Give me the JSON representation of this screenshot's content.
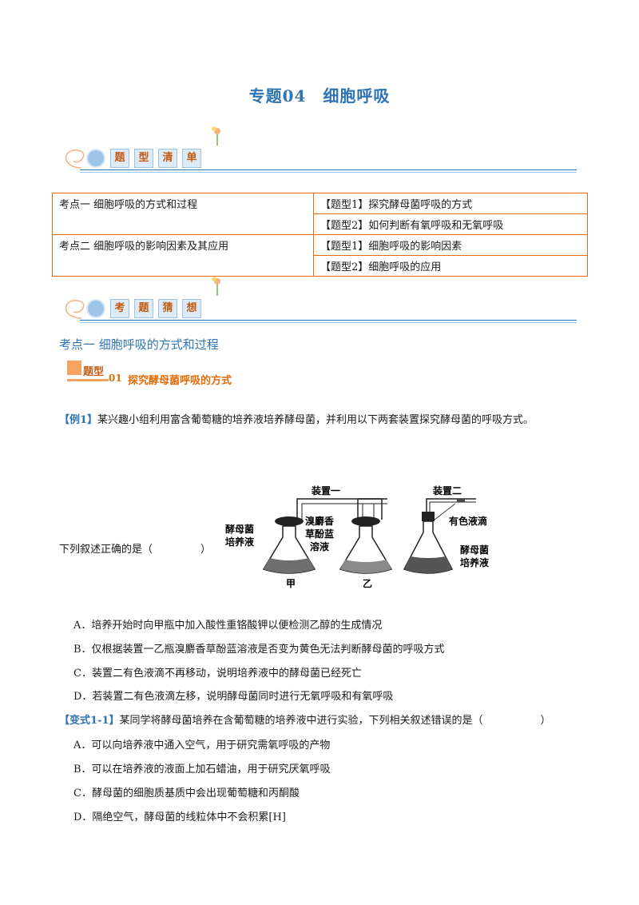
{
  "title": "专题04　细胞呼吸",
  "banner1": {
    "chars": [
      "题",
      "型",
      "清",
      "单"
    ]
  },
  "banner2": {
    "chars": [
      "考",
      "题",
      "猜",
      "想"
    ]
  },
  "table": {
    "rows": [
      {
        "left": "考点一  细胞呼吸的方式和过程",
        "right": "【题型1】探究酵母菌呼吸的方式"
      },
      {
        "left": "",
        "right": "【题型2】如何判断有氧呼吸和无氧呼吸"
      },
      {
        "left": "考点二  细胞呼吸的影响因素及其应用",
        "right": "【题型1】细胞呼吸的影响因素"
      },
      {
        "left": "",
        "right": "【题型2】细胞呼吸的应用"
      }
    ]
  },
  "section": {
    "title": "考点一  细胞呼吸的方式和过程",
    "tixing_label": "题型",
    "tixing_num": "01",
    "tixing_name": "探究酵母菌呼吸的方式"
  },
  "example1": {
    "tag": "【例1】",
    "text": "某兴趣小组利用富含葡萄糖的培养液培养酵母菌，并利用以下两套装置探究酵母菌的呼吸方式。",
    "question": "下列叙述正确的是（",
    "close": "）",
    "options": [
      "A．培养开始时向甲瓶中加入酸性重铬酸钾以便检测乙醇的生成情况",
      "B．仅根据装置一乙瓶溴麝香草酚蓝溶液是否变为黄色无法判断酵母菌的呼吸方式",
      "C．装置二有色液滴不再移动，说明培养液中的酵母菌已经死亡",
      "D．若装置二有色液滴左移，说明酵母菌同时进行无氧呼吸和有氧呼吸"
    ]
  },
  "figure": {
    "device1": "装置一",
    "device2": "装置二",
    "yeast_l1": "酵母菌",
    "yeast_l2": "培养液",
    "btb_l1": "溴麝香",
    "btb_l2": "草酚蓝",
    "btb_l3": "溶液",
    "jia": "甲",
    "yi": "乙",
    "drop": "有色液滴",
    "yeast2_l1": "酵母菌",
    "yeast2_l2": "培养液"
  },
  "variant1": {
    "tag": "【变式1-1】",
    "text": "某同学将酵母菌培养在含葡萄糖的培养液中进行实验，下列相关叙述错误的是（",
    "close": "）",
    "options": [
      "A．可以向培养液中通入空气，用于研究需氧呼吸的产物",
      "B．可以在培养液的液面上加石蜡油，用于研究厌氧呼吸",
      "C．酵母菌的细胞质基质中会出现葡萄糖和丙酮酸",
      "D．隔绝空气，酵母菌的线粒体中不会积累[H]"
    ]
  },
  "colors": {
    "accent": "#2e74b5",
    "orange": "#e36c09"
  }
}
